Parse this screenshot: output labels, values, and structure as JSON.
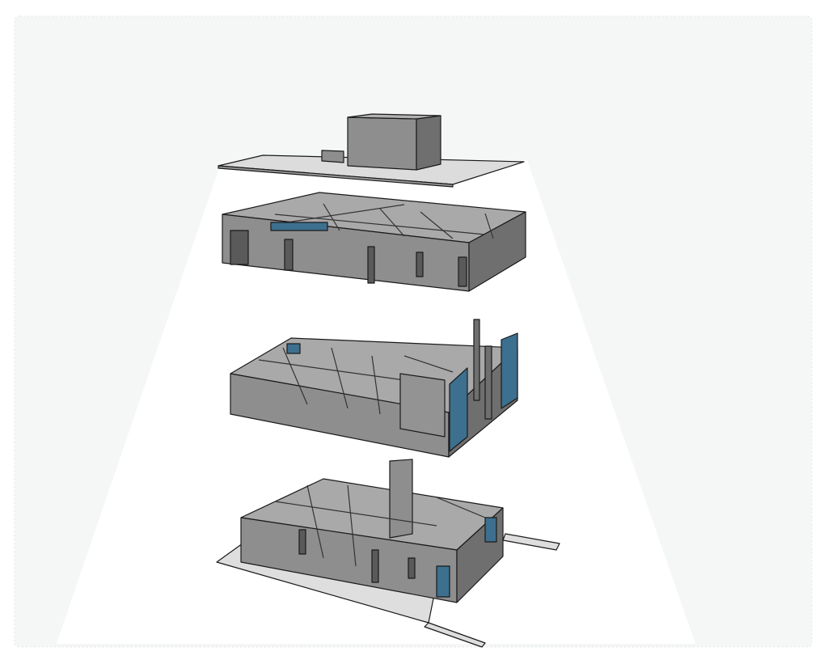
{
  "illustration": {
    "kind": "exploded-axonometric-building",
    "levels": [
      "roof",
      "upper-floor",
      "middle-floor",
      "ground-floor"
    ]
  },
  "colors": {
    "panel": "#f5f7f7",
    "beam": "#ffffff",
    "wall_front": "#8e8e8e",
    "wall_side": "#6f6f6f",
    "wall_top": "#a9a9a9",
    "slab": "#dedede",
    "glass": "#3d6f8f",
    "outline": "#1a1a1a"
  }
}
